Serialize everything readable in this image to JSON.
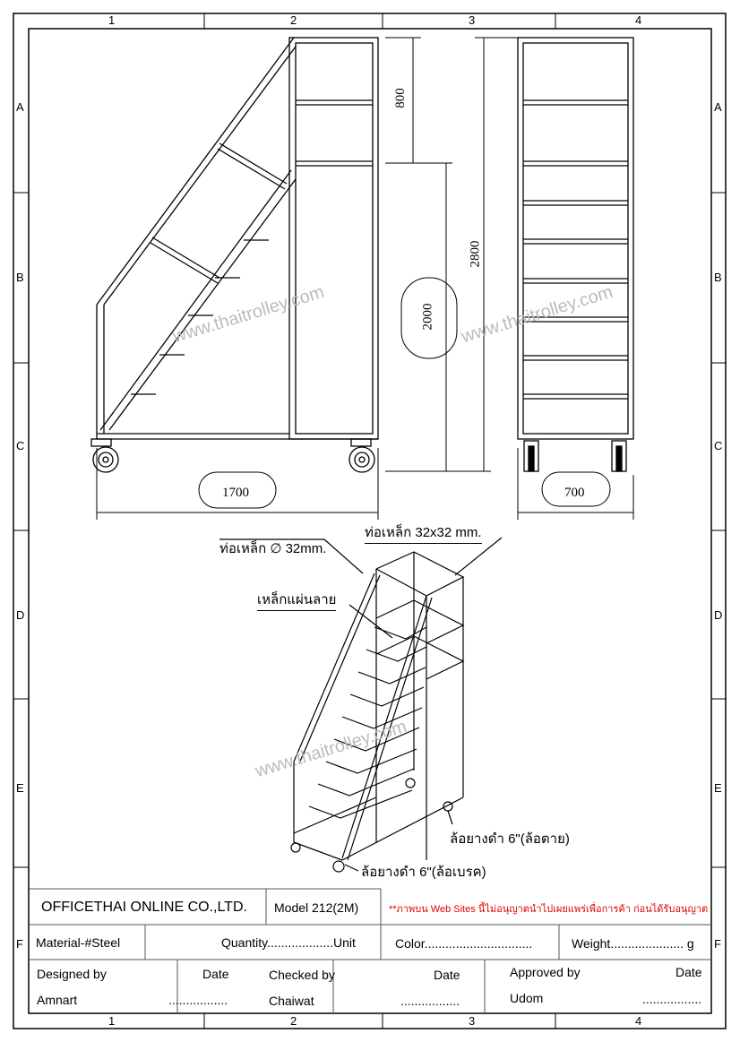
{
  "frame": {
    "columns": [
      "1",
      "2",
      "3",
      "4"
    ],
    "rows": [
      "A",
      "B",
      "C",
      "D",
      "E",
      "F"
    ]
  },
  "dimensions": {
    "top_section": "800",
    "total_height": "2800",
    "lower_section": "2000",
    "length": "1700",
    "width": "700"
  },
  "watermark": "www.thaitrolley.com",
  "annotations": {
    "round_tube": "ท่อเหล็ก ∅ 32mm.",
    "square_tube": "ท่อเหล็ก 32x32 mm.",
    "checker_plate": "เหล็กแผ่นลาย",
    "fixed_wheel": "ล้อยางดำ 6\"(ล้อตาย)",
    "brake_wheel": "ล้อยางดำ 6\"(ล้อเบรค)"
  },
  "title_block": {
    "company": "OFFICETHAI ONLINE CO.,LTD.",
    "model": "Model 212(2M)",
    "notice": "**ภาพบน Web Sites นี้ไม่อนุญาตนำไปเผยแพร่เพื่อการค้า ก่อนได้รับอนุญาต",
    "notice_color": "#e00000",
    "material": "Material-#Steel",
    "quantity": "Quantity...................Unit",
    "color": "Color...............................",
    "weight": "Weight..................... g",
    "designed_by_label": "Designed by",
    "designed_by": "Amnart",
    "checked_by_label": "Checked by",
    "checked_by": "Chaiwat",
    "approved_by_label": "Approved by",
    "approved_by": "Udom",
    "date_label": "Date",
    "date_value": "................."
  }
}
